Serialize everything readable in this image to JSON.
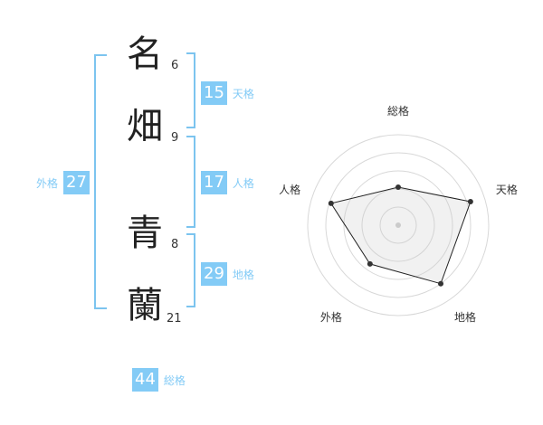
{
  "name": {
    "chars": [
      {
        "char": "名",
        "strokes": "6"
      },
      {
        "char": "畑",
        "strokes": "9"
      },
      {
        "char": "青",
        "strokes": "8"
      },
      {
        "char": "蘭",
        "strokes": "21"
      }
    ]
  },
  "fortunes": {
    "tenkaku": {
      "value": "15",
      "label": "天格"
    },
    "jinkaku": {
      "value": "17",
      "label": "人格"
    },
    "chikaku": {
      "value": "29",
      "label": "地格"
    },
    "gaikaku": {
      "value": "27",
      "label": "外格"
    },
    "soukaku": {
      "value": "44",
      "label": "総格"
    }
  },
  "colors": {
    "accent": "#83cbf6",
    "bracket": "#7cc4ef"
  },
  "chart_data": {
    "type": "radar",
    "axes": [
      "総格",
      "天格",
      "地格",
      "外格",
      "人格"
    ],
    "values": [
      0.42,
      0.84,
      0.8,
      0.53,
      0.78
    ],
    "range": [
      0,
      1
    ]
  }
}
